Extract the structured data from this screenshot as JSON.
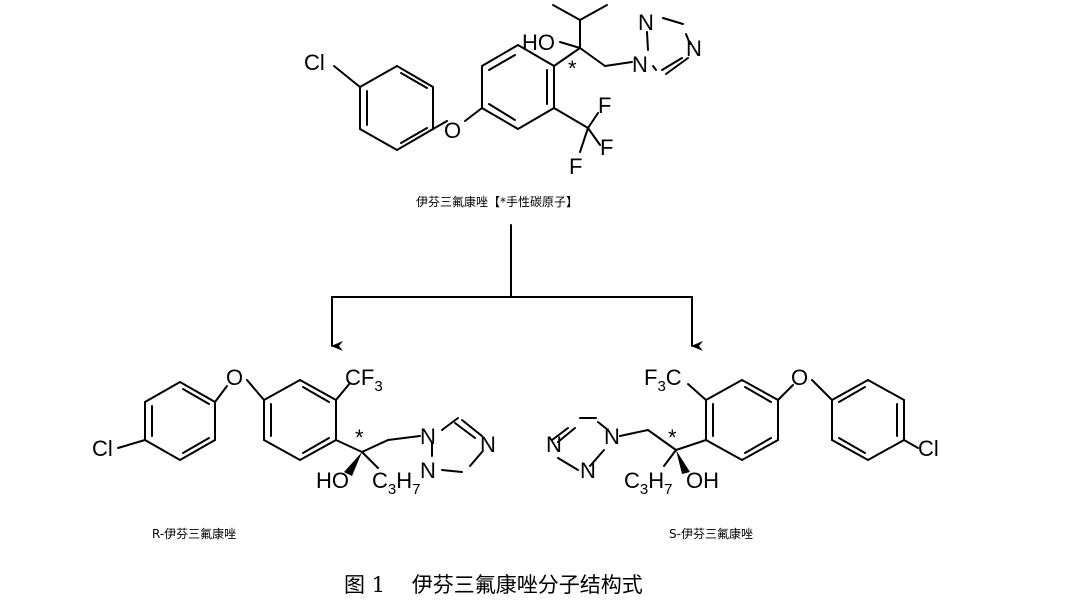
{
  "top_molecule": {
    "cl": "Cl",
    "o": "O",
    "ho": "HO",
    "star": "*",
    "n1": "N",
    "n2": "N",
    "n3": "N",
    "f1": "F",
    "f2": "F",
    "f3": "F",
    "caption": "伊芬三氟康唑【*手性碳原子】"
  },
  "r_molecule": {
    "cl": "Cl",
    "o": "O",
    "cf3_base": "CF",
    "cf3_sub": "3",
    "star": "*",
    "n1": "N",
    "n2": "N",
    "n3": "N",
    "ho": "HO",
    "c": "C",
    "c_sub": "3",
    "h": "H",
    "h_sub": "7",
    "caption": "R-伊芬三氟康唑"
  },
  "s_molecule": {
    "cl": "Cl",
    "o": "O",
    "f3c_base": "F",
    "f3c_sub": "3",
    "f3c_tail": "C",
    "star": "*",
    "n1": "N",
    "n2": "N",
    "n3": "N",
    "c": "C",
    "c_sub": "3",
    "h": "H",
    "h_sub": "7",
    "oh": "OH",
    "caption": "S-伊芬三氟康唑"
  },
  "figure_caption": "图 1    伊芬三氟康唑分子结构式"
}
